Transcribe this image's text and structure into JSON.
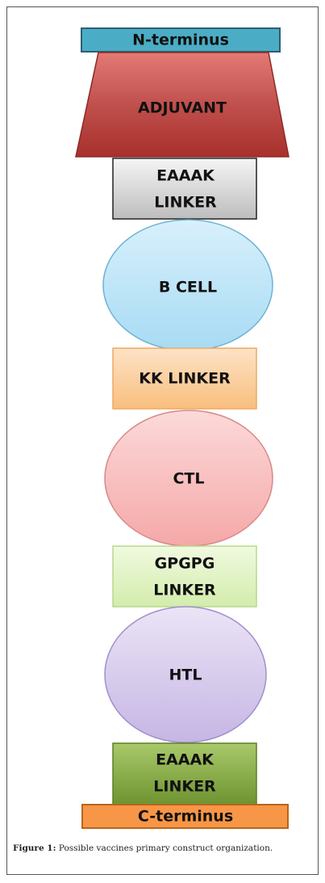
{
  "diagram": {
    "n_terminus": "N-terminus",
    "adjuvant": "ADJUVANT",
    "linker1": [
      "EAAAK",
      "LINKER"
    ],
    "b_cell": "B CELL",
    "kk_linker": "KK LINKER",
    "ctl": "CTL",
    "gpgpg_linker": [
      "GPGPG",
      "LINKER"
    ],
    "htl": "HTL",
    "linker4": [
      "EAAAK",
      "LINKER"
    ],
    "c_terminus": "C-terminus"
  },
  "caption": {
    "label": "Figure 1:",
    "text": " Possible vaccines primary construct organization."
  },
  "colors": {
    "n_terminus": "#4bacc6",
    "adjuvant": "#c0504d",
    "linker_grey": "#d9d9d9",
    "b_cell": "#b7e1f6",
    "kk_linker": "#fbcf9e",
    "ctl": "#f7b9b9",
    "gpgpg_linker": "#e0f3c2",
    "htl": "#d4c8ea",
    "linker_green": "#8fb64d",
    "c_terminus": "#f79646"
  }
}
